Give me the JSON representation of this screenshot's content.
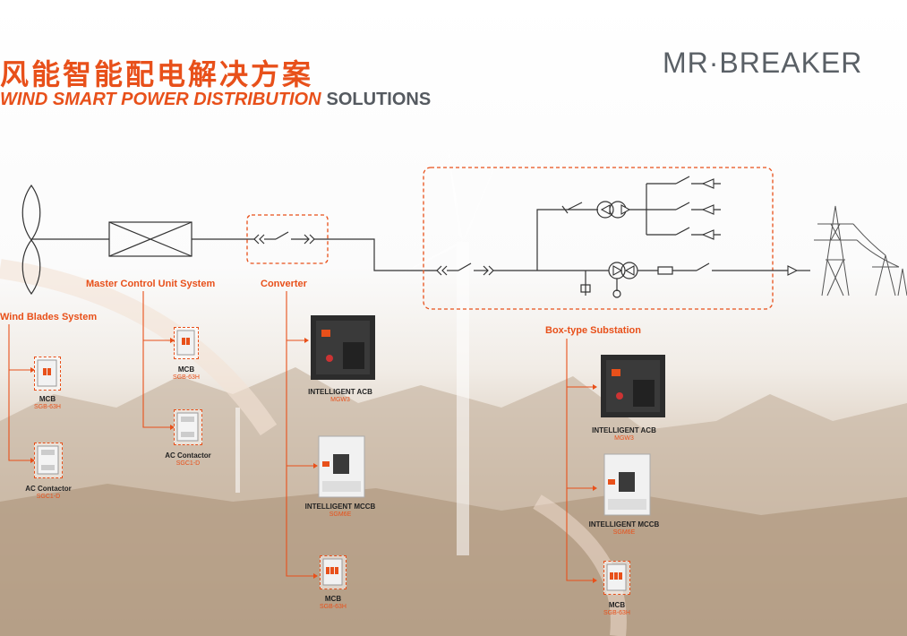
{
  "header": {
    "title_cn": "风能智能配电解决方案",
    "title_en_highlight": "WIND SMART POWER DISTRIBUTION",
    "title_en_rest": "SOLUTIONS",
    "brand": "MR·BREAKER"
  },
  "sections": {
    "blades": "Wind Blades System",
    "master": "Master Control Unit System",
    "converter": "Converter",
    "substation": "Box-type Substation"
  },
  "products": {
    "blades_mcb": {
      "name": "MCB",
      "model": "SGB-63H"
    },
    "blades_contactor": {
      "name": "AC Contactor",
      "model": "SGC1-D"
    },
    "master_mcb": {
      "name": "MCB",
      "model": "SGB-63H"
    },
    "master_contactor": {
      "name": "AC Contactor",
      "model": "SGC1-D"
    },
    "conv_acb": {
      "name": "INTELLIGENT ACB",
      "model": "MGW3"
    },
    "conv_mccb": {
      "name": "INTELLIGENT MCCB",
      "model": "SGM6E"
    },
    "conv_mcb": {
      "name": "MCB",
      "model": "SGB-63H"
    },
    "sub_acb": {
      "name": "INTELLIGENT ACB",
      "model": "MGW3"
    },
    "sub_mccb": {
      "name": "INTELLIGENT MCCB",
      "model": "SGM6E"
    },
    "sub_mcb": {
      "name": "MCB",
      "model": "SGB-63H"
    }
  },
  "colors": {
    "accent": "#e8501a",
    "line": "#333333",
    "brand": "#5a6066"
  }
}
